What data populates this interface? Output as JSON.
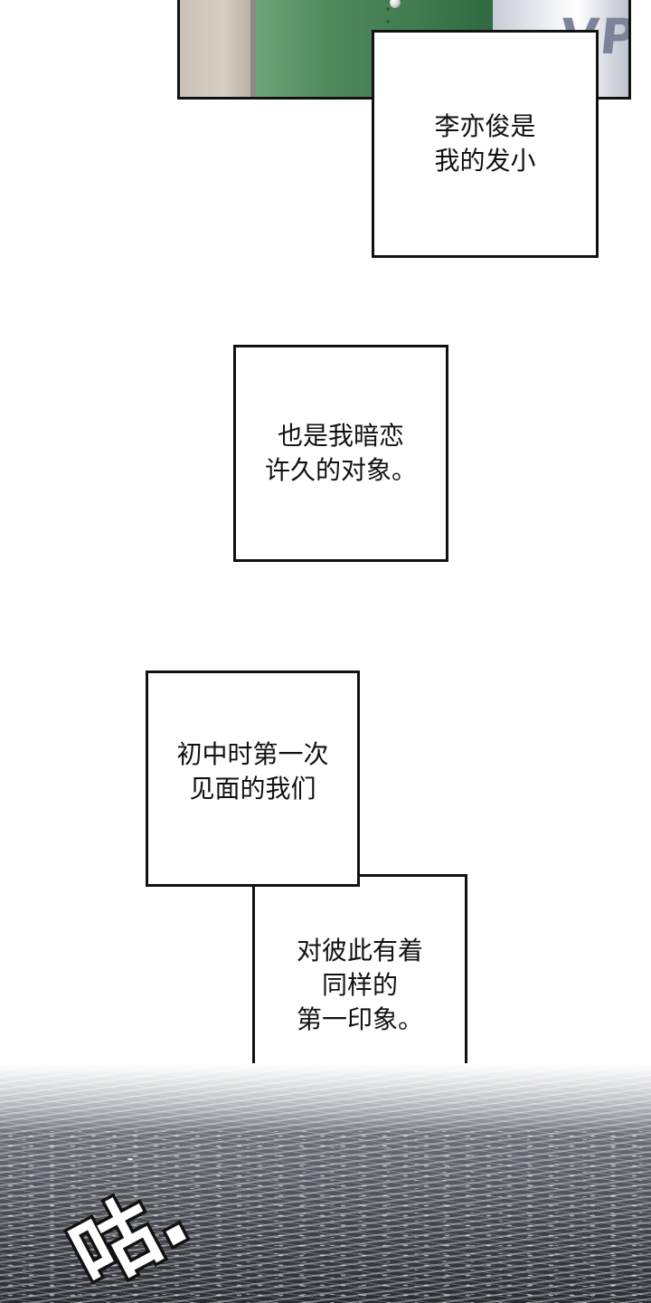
{
  "panel_top": {
    "sign_text": "VP"
  },
  "captions": [
    {
      "lines": [
        "李亦俊是",
        "我的发小"
      ]
    },
    {
      "lines": [
        "也是我暗恋",
        "许久的对象。"
      ]
    },
    {
      "lines": [
        "初中时第一次",
        "见面的我们"
      ]
    },
    {
      "lines": [
        "对彼此有着",
        "同样的",
        "第一印象。"
      ]
    }
  ],
  "sfx": {
    "text": "咕."
  }
}
